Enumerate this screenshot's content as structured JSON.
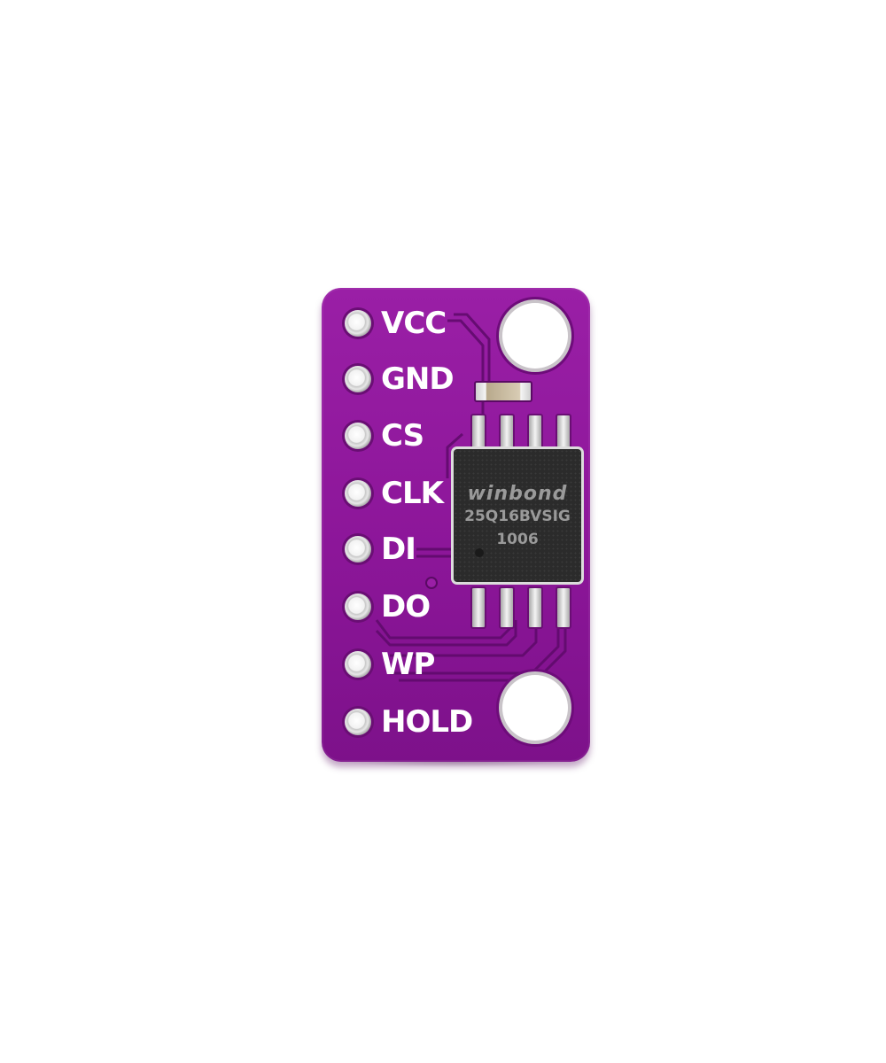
{
  "image": {
    "subject": "Purple breakout board with 8-pin SPI flash chip",
    "background_color": "#ffffff",
    "board_color": "#8c1699"
  },
  "pins": [
    {
      "label": "VCC"
    },
    {
      "label": "GND"
    },
    {
      "label": "CS"
    },
    {
      "label": "CLK"
    },
    {
      "label": "DI"
    },
    {
      "label": "DO"
    },
    {
      "label": "WP"
    },
    {
      "label": "HOLD"
    }
  ],
  "chip": {
    "brand": "winbond",
    "part_number": "25Q16BVSIG",
    "date_code": "1006"
  }
}
